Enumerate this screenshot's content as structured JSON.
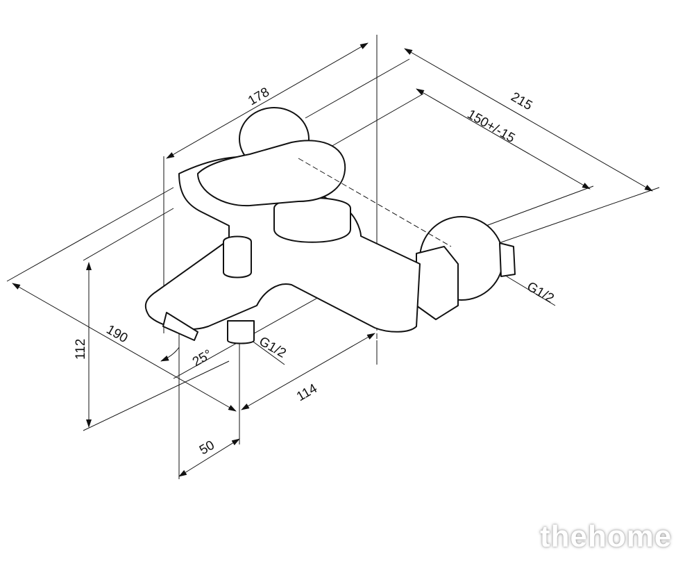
{
  "dimensions": {
    "width_178": "178",
    "depth_215": "215",
    "centers": "150+/-15",
    "height_112": "112",
    "length_190": "190",
    "angle": "25°",
    "spout_offset_114": "114",
    "offset_50": "50",
    "thread_outlet": "G1/2",
    "thread_inlet": "G1/2"
  },
  "watermark": "thehome"
}
